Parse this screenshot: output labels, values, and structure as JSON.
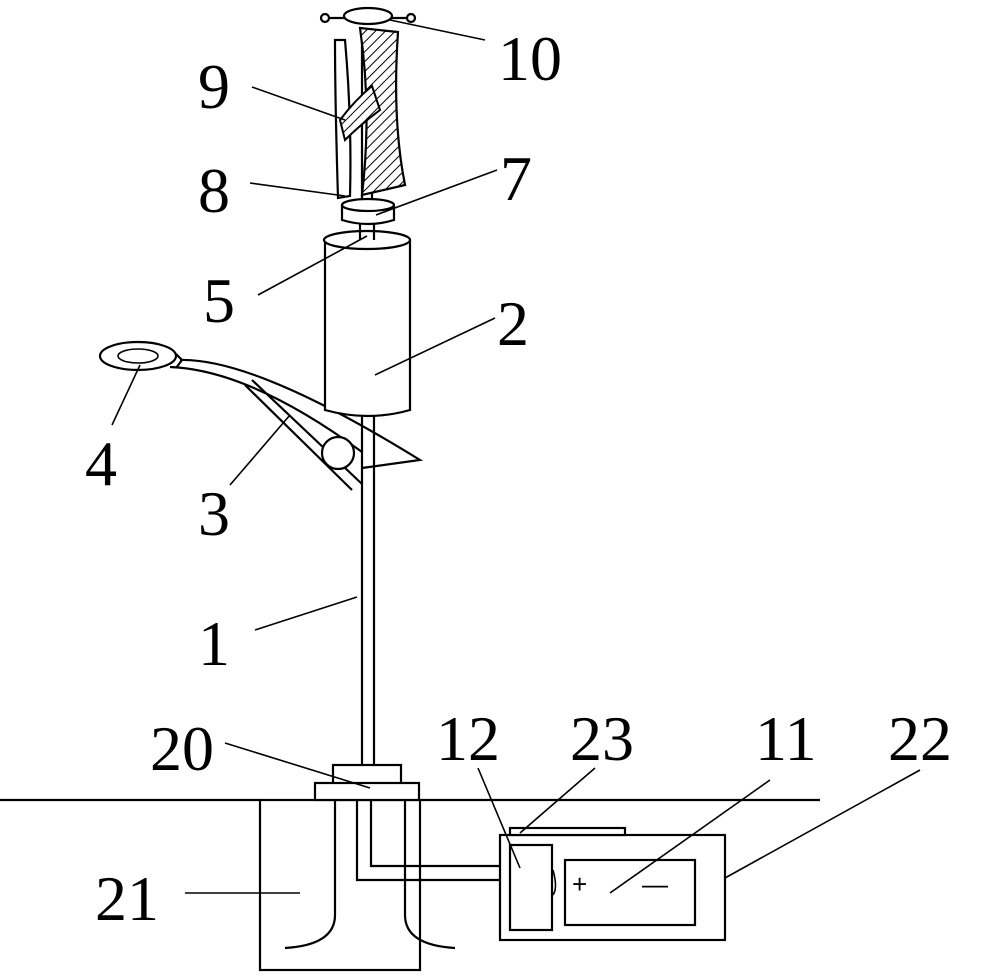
{
  "labels": {
    "l1": "1",
    "l2": "2",
    "l3": "3",
    "l4": "4",
    "l5": "5",
    "l7": "7",
    "l8": "8",
    "l9": "9",
    "l10": "10",
    "l11": "11",
    "l12": "12",
    "l20": "20",
    "l21": "21",
    "l22": "22",
    "l23": "23"
  },
  "symbols": {
    "plus": "+",
    "minus": "—"
  }
}
